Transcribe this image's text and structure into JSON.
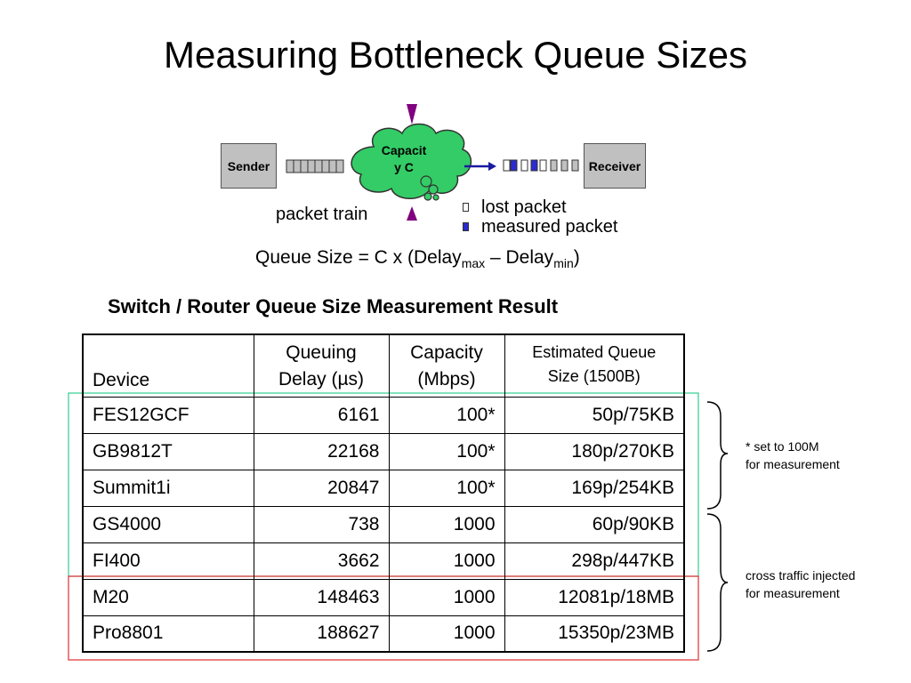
{
  "slide": {
    "title": "Measuring Bottleneck Queue Sizes"
  },
  "diagram": {
    "sender_label": "Sender",
    "receiver_label": "Receiver",
    "cloud_label_line1": "Capacit",
    "cloud_label_line2": "y C",
    "packet_train_label": "packet train",
    "legend": {
      "lost_packet": "lost packet",
      "measured_packet": "measured packet"
    },
    "colors": {
      "box_fill": "#c0c0c0",
      "cloud_fill": "#33cc66",
      "triangle_fill": "#800080",
      "measured_packet": "#2b2bd0",
      "arrow": "#1a1aa0"
    }
  },
  "formula": {
    "prefix": "Queue Size = C x (Delay",
    "sub_max": "max",
    "middle": " – Delay",
    "sub_min": "min",
    "suffix": ")"
  },
  "table_title": "Switch / Router Queue Size Measurement Result",
  "table": {
    "headers": {
      "device": "Device",
      "delay_line1": "Queuing",
      "delay_line2": "Delay (µs)",
      "capacity_line1": "Capacity",
      "capacity_line2": "(Mbps)",
      "estimate_line1": "Estimated Queue",
      "estimate_line2": "Size (1500B)"
    },
    "rows": [
      {
        "device": "FES12GCF",
        "delay": "6161",
        "capacity": "100*",
        "estimate": "50p/75KB"
      },
      {
        "device": "GB9812T",
        "delay": "22168",
        "capacity": "100*",
        "estimate": "180p/270KB"
      },
      {
        "device": "Summit1i",
        "delay": "20847",
        "capacity": "100*",
        "estimate": "169p/254KB"
      },
      {
        "device": "GS4000",
        "delay": "738",
        "capacity": "1000",
        "estimate": "60p/90KB"
      },
      {
        "device": "FI400",
        "delay": "3662",
        "capacity": "1000",
        "estimate": "298p/447KB"
      },
      {
        "device": "M20",
        "delay": "148463",
        "capacity": "1000",
        "estimate": "12081p/18MB"
      },
      {
        "device": "Pro8801",
        "delay": "188627",
        "capacity": "1000",
        "estimate": "15350p/23MB"
      }
    ]
  },
  "notes": {
    "set_line1": "* set to 100M",
    "set_line2": "for measurement",
    "cross_line1": "cross traffic injected",
    "cross_line2": "for measurement"
  },
  "highlight_colors": {
    "green_group": "#2ecf8f",
    "red_group": "#e03030"
  }
}
